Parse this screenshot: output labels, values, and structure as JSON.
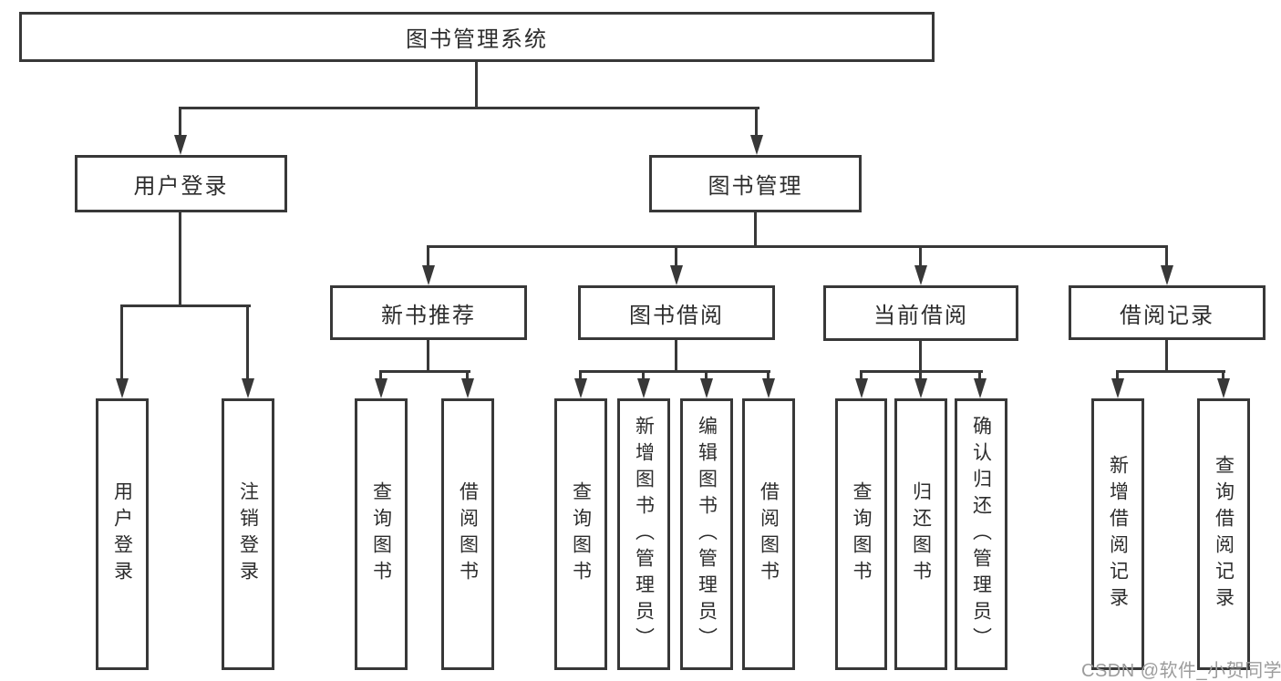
{
  "title": "图书管理系统",
  "nodes": {
    "root": "图书管理系统",
    "login": "用户登录",
    "manage": "图书管理",
    "recommend": "新书推荐",
    "borrow": "图书借阅",
    "current": "当前借阅",
    "record": "借阅记录",
    "leaf_login": "用户登录",
    "leaf_logout": "注销登录",
    "leaf_recommend_query": "查询图书",
    "leaf_recommend_borrow": "借阅图书",
    "leaf_borrow_query": "查询图书",
    "leaf_borrow_add": "新增图书（管理员）",
    "leaf_borrow_edit": "编辑图书（管理员）",
    "leaf_borrow_borrow": "借阅图书",
    "leaf_current_query": "查询图书",
    "leaf_current_return": "归还图书",
    "leaf_current_confirm": "确认归还（管理员）",
    "leaf_record_add": "新增借阅记录",
    "leaf_record_query": "查询借阅记录"
  },
  "watermark": "CSDN @软件_小贺同学",
  "colors": {
    "line": "#383838",
    "text": "#2d2d2d",
    "watermark": "#9c9c9c",
    "background": "#ffffff"
  }
}
